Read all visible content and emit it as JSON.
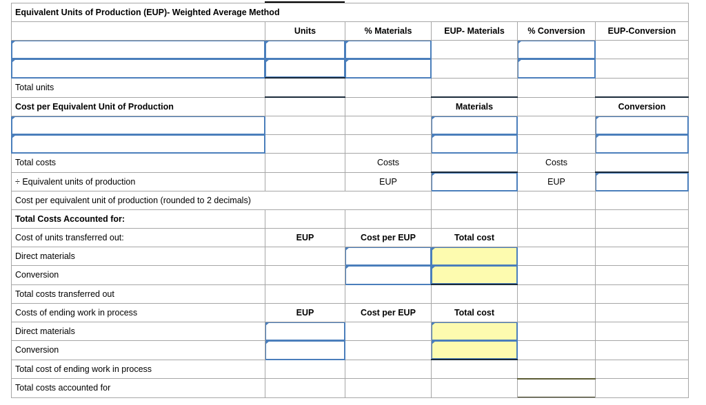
{
  "document": {
    "type": "spreadsheet-worksheet",
    "title": "Equivalent Units of Production (EUP)- Weighted Average Method"
  },
  "colors": {
    "header_blue": "#8db4e2",
    "input_yellow": "#fdfbaf",
    "input_border_blue": "#4a7ebb",
    "grid_gray": "#a6a6a6"
  },
  "columns": {
    "label": "",
    "units": "Units",
    "pct_materials": "% Materials",
    "eup_materials": "EUP- Materials",
    "pct_conversion": "% Conversion",
    "eup_conversion": "EUP-Conversion"
  },
  "sections": {
    "eup": {
      "title": "Equivalent Units of Production (EUP)- Weighted Average Method",
      "total_units_label": "Total units"
    },
    "cost_per_unit": {
      "title": "Cost per Equivalent Unit of Production",
      "materials_header": "Materials",
      "conversion_header": "Conversion",
      "total_costs_label": "Total costs",
      "costs_label_materials": "Costs",
      "costs_label_conversion": "Costs",
      "divide_eup_label": "÷ Equivalent units of production",
      "eup_label_materials": "EUP",
      "eup_label_conversion": "EUP",
      "cost_per_unit_label": "Cost per equivalent unit of production (rounded to 2 decimals)"
    },
    "total_costs": {
      "title": "Total Costs Accounted for:",
      "transferred_out": {
        "label": "Cost of units transferred out:",
        "col_eup": "EUP",
        "col_cost_per_eup": "Cost per EUP",
        "col_total_cost": "Total cost",
        "rows": [
          {
            "label": "Direct materials"
          },
          {
            "label": "Conversion"
          }
        ],
        "total_label": "Total costs transferred out"
      },
      "ending_wip": {
        "label": "Costs of ending work in process",
        "col_eup": "EUP",
        "col_cost_per_eup": "Cost per EUP",
        "col_total_cost": "Total cost",
        "rows": [
          {
            "label": "Direct materials"
          },
          {
            "label": "Conversion"
          }
        ],
        "total_label": "Total cost of ending work in process"
      },
      "grand_total_label": "Total costs accounted for"
    },
    "blank_rows": {
      "empty": ""
    }
  }
}
